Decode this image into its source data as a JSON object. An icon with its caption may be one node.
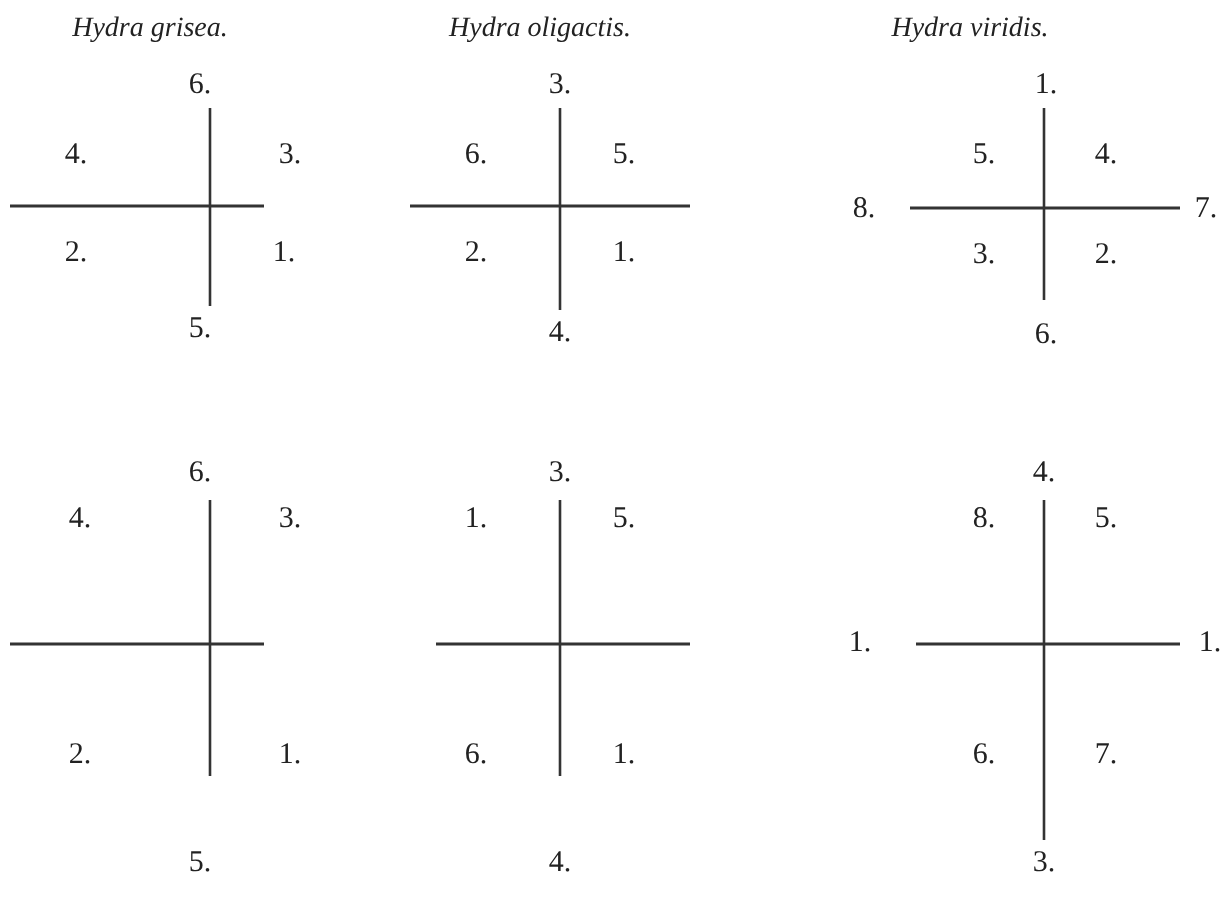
{
  "diagram": {
    "labels": [
      "Hydra grisea.",
      "Hydra oligactis.",
      "Hydra viridis.",
      "6.",
      "4.",
      "3.",
      "2.",
      "1.",
      "5.",
      "3.",
      "6.",
      "5.",
      "2.",
      "1.",
      "4.",
      "1.",
      "5.",
      "4.",
      "8.",
      "7.",
      "3.",
      "2.",
      "6.",
      "6.",
      "4.",
      "3.",
      "2.",
      "1.",
      "5.",
      "3.",
      "1.",
      "5.",
      "6.",
      "1.",
      "4.",
      "4.",
      "8.",
      "5.",
      "1.",
      "1.",
      "6.",
      "7.",
      "3."
    ]
  }
}
